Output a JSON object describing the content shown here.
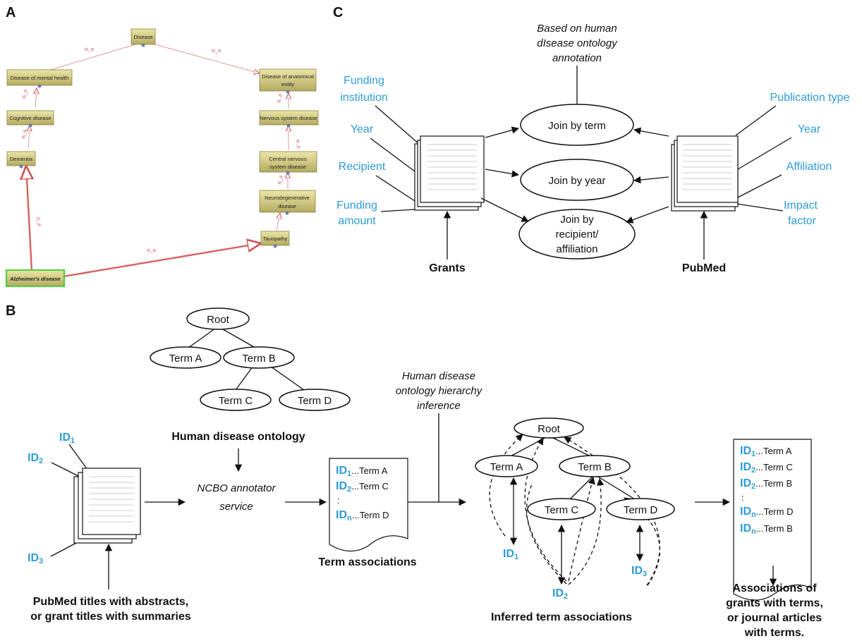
{
  "panels": {
    "a": "A",
    "b": "B",
    "c": "C"
  },
  "panel_a": {
    "nodes": {
      "disease": "Disease",
      "mental": "Disease of mental health",
      "anat1": "Disease of anatomical",
      "anat2": "entity",
      "cognitive": "Cognitive disease",
      "nervous": "Nervous system disease",
      "dementia": "Dementia",
      "cns1": "Central nervous",
      "cns2": "system disease",
      "neuro1": "Neurodegenerative",
      "neuro2": "disease",
      "tauo": "Tauopathy",
      "alz": "Alzheimer's disease"
    },
    "edge_label": "is_a"
  },
  "panel_c": {
    "annotation": [
      "Based on human",
      "dIsease ontology",
      "annotation"
    ],
    "grant_fields": [
      "Funding",
      "institution",
      "Year",
      "Recipient",
      "Funding",
      "amount"
    ],
    "pub_fields": [
      "Publication type",
      "Year",
      "Affiliation",
      "Impact",
      "factor"
    ],
    "joins": [
      "Join by  term",
      "Join by  year",
      "Join by",
      "recipient/",
      "affiliation"
    ],
    "grants_label": "Grants",
    "pubmed_label": "PubMed"
  },
  "panel_b": {
    "tree": {
      "root": "Root",
      "a": "Term A",
      "b": "Term B",
      "c": "Term C",
      "d": "Term D"
    },
    "ontology_label": "Human disease ontology",
    "ncbo": [
      "NCBO annotator",
      "service"
    ],
    "inference": [
      "Human disease",
      "ontology  hierarchy",
      "inference"
    ],
    "ids": {
      "id": "ID",
      "s1": "1",
      "s2": "2",
      "s3": "3",
      "sn": "n"
    },
    "term_assoc_rows": [
      "...Term A",
      "...Term C",
      "...Term D"
    ],
    "term_assoc_label": "Term associations",
    "colon": ":",
    "final_rows": [
      "...Term A",
      "...Term C",
      "...Term B",
      "...Term D",
      "...Term B"
    ],
    "input_label": [
      "PubMed titles with abstracts,",
      "or grant titles with summaries"
    ],
    "inferred_label": "Inferred term associations",
    "final_label": [
      "Associations of",
      "grants with terms,",
      "or journal articles",
      "with terms."
    ]
  }
}
